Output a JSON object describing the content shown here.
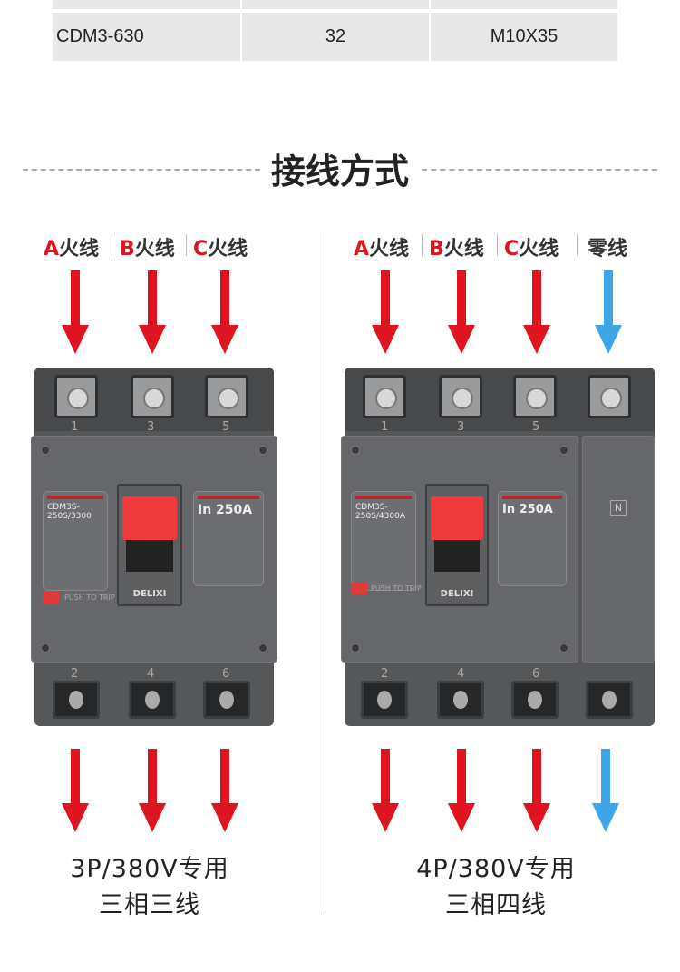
{
  "table": {
    "row": [
      "CDM3-630",
      "32",
      "M10X35"
    ]
  },
  "section_title": "接线方式",
  "left": {
    "labels": [
      {
        "letter": "A",
        "text": "火线"
      },
      {
        "letter": "B",
        "text": "火线"
      },
      {
        "letter": "C",
        "text": "火线"
      }
    ],
    "breaker": {
      "model": "CDM3S-250S/3300",
      "rating": "In 250A",
      "trip": "PUSH TO TRIP",
      "brand": "DELIXI",
      "top_numbers": [
        "1",
        "3",
        "5"
      ],
      "bottom_numbers": [
        "2",
        "4",
        "6"
      ]
    },
    "caption_line1": "3P/380V专用",
    "caption_line2": "三相三线"
  },
  "right": {
    "labels": [
      {
        "letter": "A",
        "text": "火线"
      },
      {
        "letter": "B",
        "text": "火线"
      },
      {
        "letter": "C",
        "text": "火线"
      },
      {
        "letter": "",
        "text": "零线"
      }
    ],
    "breaker": {
      "model": "CDM3S-250S/4300A",
      "rating": "In 250A",
      "trip": "PUSH TO TRIP",
      "brand": "DELIXI",
      "neutral": "N",
      "top_numbers": [
        "1",
        "3",
        "5"
      ],
      "bottom_numbers": [
        "2",
        "4",
        "6"
      ]
    },
    "caption_line1": "4P/380V专用",
    "caption_line2": "三相四线"
  },
  "colors": {
    "live": "#e0141e",
    "neutral": "#3ea6e6"
  }
}
